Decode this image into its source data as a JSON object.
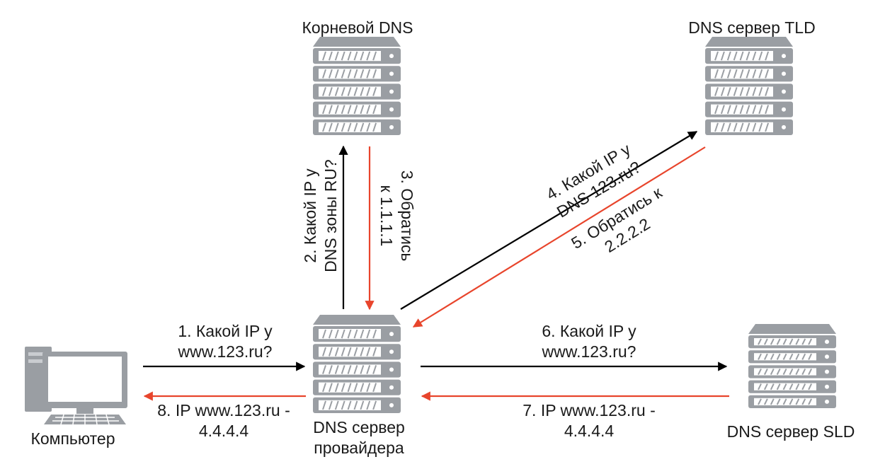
{
  "nodes": {
    "root_dns": {
      "label": "Корневой DNS",
      "icon": "server-icon"
    },
    "tld_dns": {
      "label": "DNS сервер TLD",
      "icon": "server-icon"
    },
    "provider_dns": {
      "label_line1": "DNS сервер",
      "label_line2": "провайдера",
      "icon": "server-icon"
    },
    "sld_dns": {
      "label": "DNS сервер SLD",
      "icon": "server-icon"
    },
    "computer": {
      "label": "Компьютер",
      "icon": "computer-icon"
    }
  },
  "steps": {
    "s1": {
      "line1": "1. Какой IP у",
      "line2": "www.123.ru?",
      "color": "#000000"
    },
    "s2": {
      "line1": "2. Какой IP у",
      "line2": "DNS зоны RU?",
      "color": "#000000"
    },
    "s3": {
      "line1": "3. Обратись",
      "line2": "к 1.1.1.1",
      "color": "#e8452c"
    },
    "s4": {
      "line1": "4. Какой IP у",
      "line2": "DNS 123.ru?",
      "color": "#000000"
    },
    "s5": {
      "line1": "5. Обратись к",
      "line2": "2.2.2.2",
      "color": "#e8452c"
    },
    "s6": {
      "line1": "6. Какой IP у",
      "line2": "www.123.ru?",
      "color": "#000000"
    },
    "s7": {
      "line1": "7. IP www.123.ru -",
      "line2": "4.4.4.4",
      "color": "#e8452c"
    },
    "s8": {
      "line1": "8. IP www.123.ru -",
      "line2": "4.4.4.4",
      "color": "#e8452c"
    }
  },
  "colors": {
    "request": "#000000",
    "response": "#e8452c",
    "server_body": "#9a9ea3",
    "server_slot": "#ffffff"
  }
}
